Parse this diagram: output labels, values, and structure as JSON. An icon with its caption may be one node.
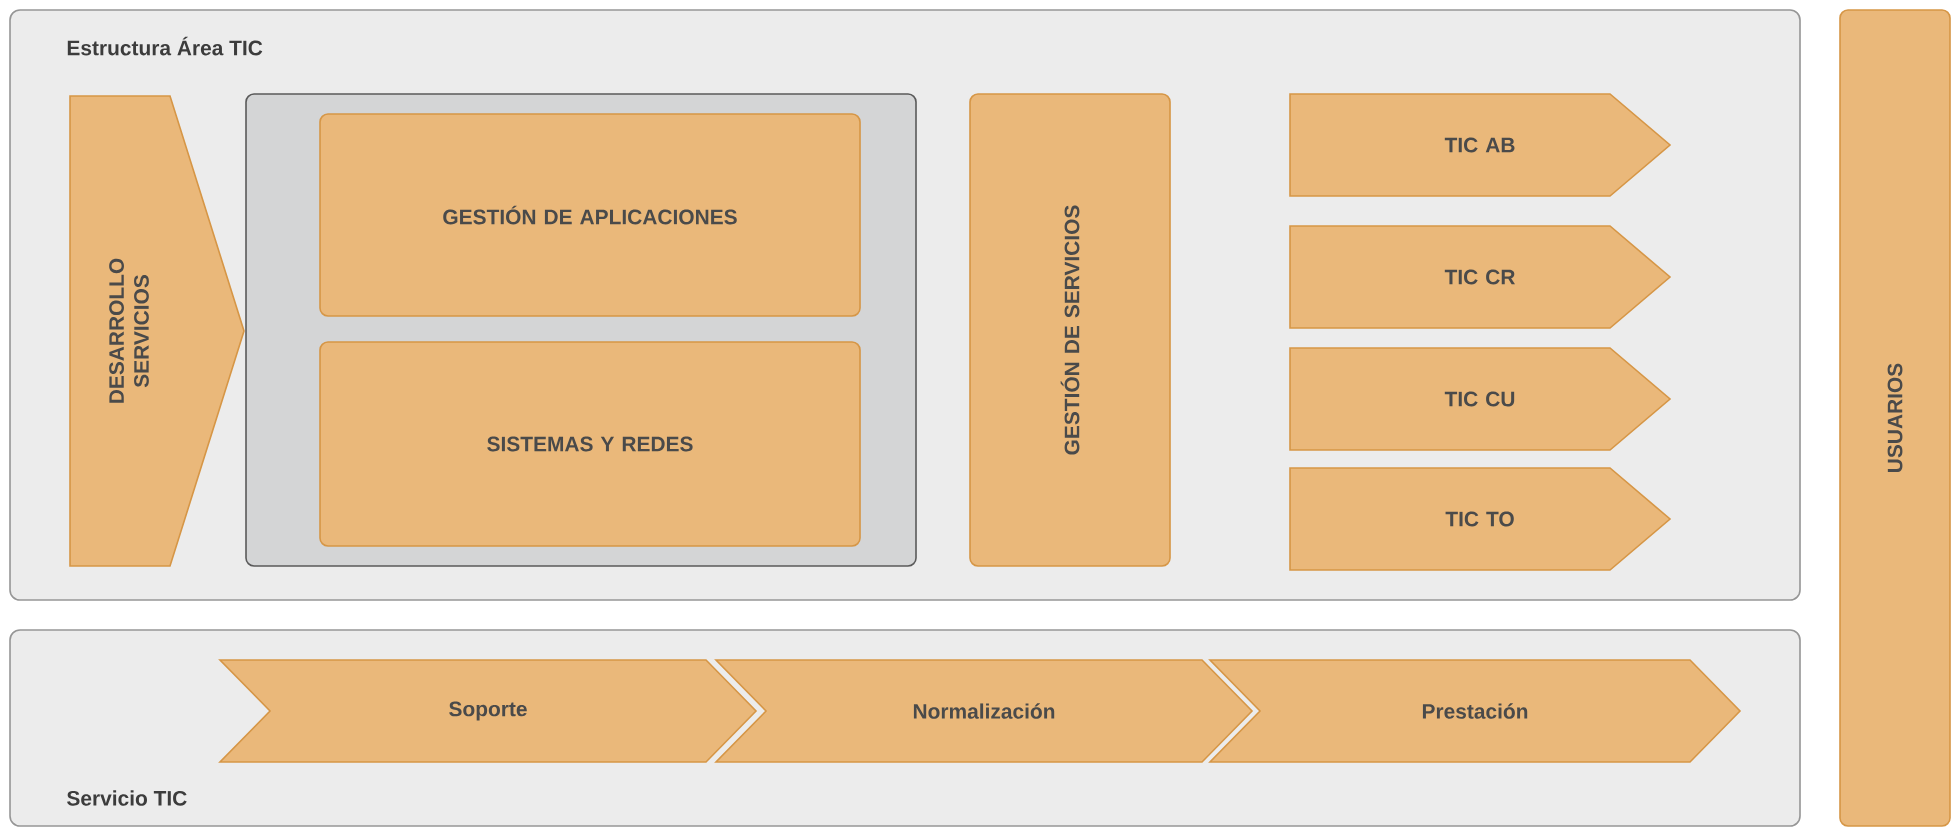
{
  "diagram": {
    "nodes": [
      {
        "text": [
          "Estructura Área TIC"
        ]
      },
      {
        "text": [
          "DESARROLLO SERVICIOS"
        ],
        "in": 0
      },
      {
        "text": [],
        "shape": "box",
        "in": 0
      },
      {
        "text": [
          "GESTIÓN DE APLICACIONES"
        ],
        "in": 2
      },
      {
        "text": [
          "SISTEMAS Y REDES"
        ],
        "in": 2
      },
      {
        "text": [
          "GESTIÓN DE SERVICIOS"
        ],
        "in": 0
      },
      {
        "text": [
          "TIC AB"
        ],
        "in": 0
      },
      {
        "text": [
          "TIC CR"
        ],
        "in": 0
      },
      {
        "text": [
          "TIC CU"
        ],
        "in": 0
      },
      {
        "text": [
          "TIC TO"
        ],
        "in": 0
      },
      {
        "text": [
          "Servicio TIC"
        ]
      },
      {
        "text": [
          "Soporte"
        ],
        "in": 10
      },
      {
        "text": [
          "Normalización"
        ],
        "in": 10
      },
      {
        "text": [
          "Prestación"
        ],
        "in": 10
      },
      {
        "text": [
          "USUARIOS"
        ]
      }
    ]
  }
}
